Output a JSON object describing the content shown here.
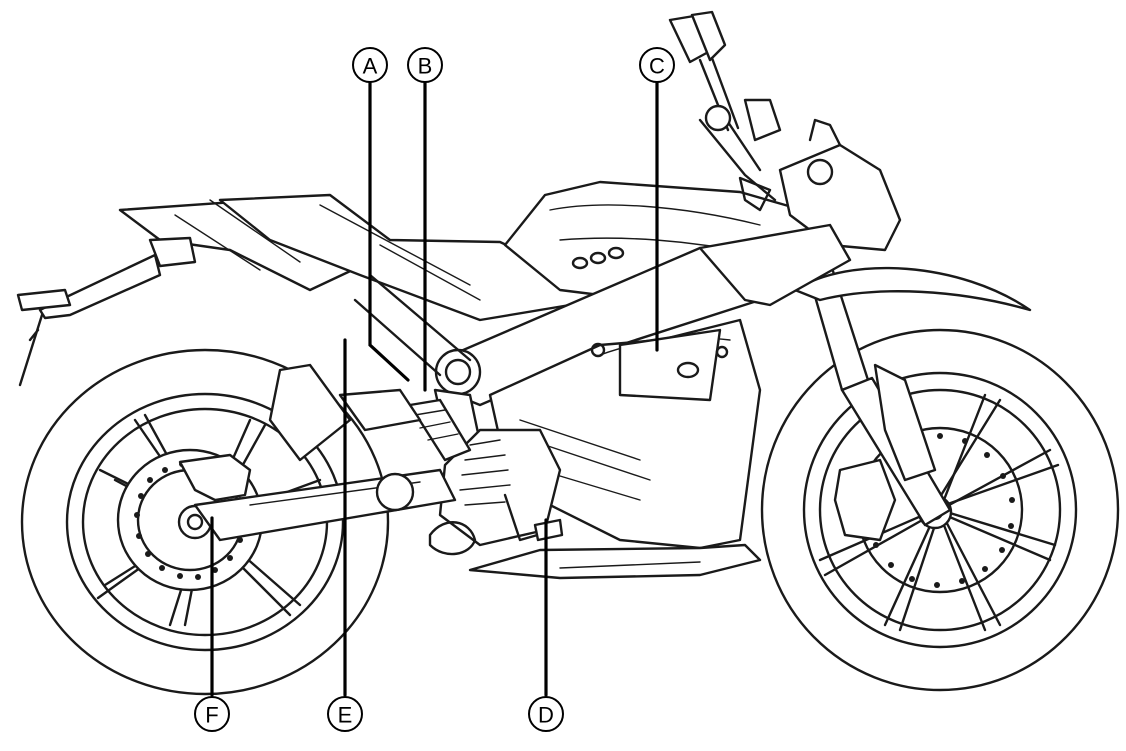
{
  "diagram": {
    "callouts": [
      {
        "id": "A",
        "label": "A"
      },
      {
        "id": "B",
        "label": "B"
      },
      {
        "id": "C",
        "label": "C"
      },
      {
        "id": "D",
        "label": "D"
      },
      {
        "id": "E",
        "label": "E"
      },
      {
        "id": "F",
        "label": "F"
      }
    ],
    "colors": {
      "line": "#1a1a1a",
      "background": "#ffffff"
    }
  }
}
